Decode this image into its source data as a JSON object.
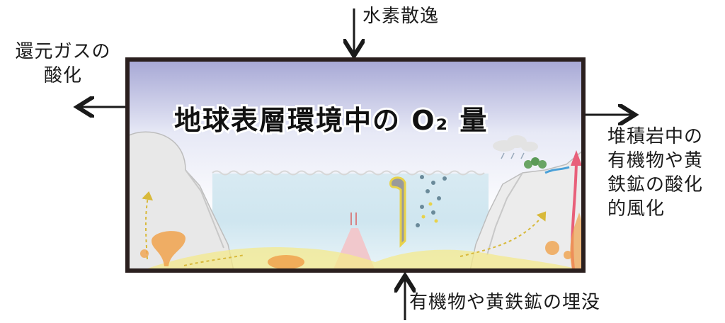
{
  "diagram": {
    "title": "地球表層環境中の O₂ 量",
    "inputs": {
      "top": "水素散逸",
      "bottom": "有機物や黄鉄鉱の埋没"
    },
    "outputs": {
      "left": [
        "還元ガスの",
        "酸化"
      ],
      "right": [
        "堆積岩中の",
        "有機物や黄",
        "鉄鉱の酸化",
        "的風化"
      ]
    }
  },
  "colors": {
    "box_border": "#2a1f1e",
    "arrow": "#1a1a1a",
    "sky_top": "#a8aad6",
    "sea": "#cfe6f0",
    "rock": "#dcdcdc",
    "yellow_flow": "#e8d24a",
    "orange_lava": "#f0a24c",
    "red_arrow": "#e8607a",
    "pink_ridge": "#f1c8cc"
  }
}
